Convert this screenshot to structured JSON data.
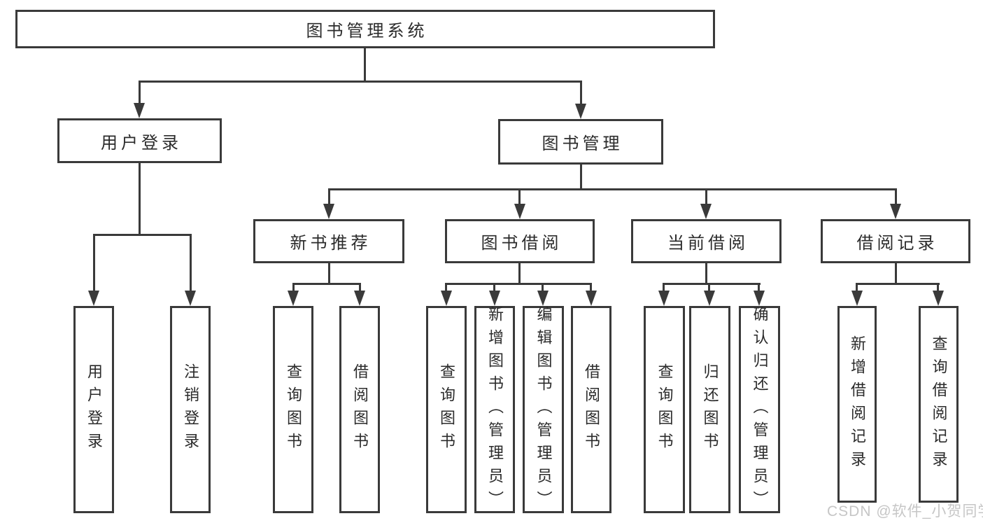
{
  "root": {
    "label": "图书管理系统"
  },
  "user": {
    "label": "用户登录",
    "leaves": [
      {
        "label": "用户登录"
      },
      {
        "label": "注销登录"
      }
    ]
  },
  "mgmt": {
    "label": "图书管理",
    "sections": {
      "newbook": {
        "label": "新书推荐",
        "leaves": [
          {
            "label": "查询图书"
          },
          {
            "label": "借阅图书"
          }
        ]
      },
      "borrow": {
        "label": "图书借阅",
        "leaves": [
          {
            "label": "查询图书"
          },
          {
            "label": "新增图书（管理员）"
          },
          {
            "label": "编辑图书（管理员）"
          },
          {
            "label": "借阅图书"
          }
        ]
      },
      "current": {
        "label": "当前借阅",
        "leaves": [
          {
            "label": "查询图书"
          },
          {
            "label": "归还图书"
          },
          {
            "label": "确认归还（管理员）"
          }
        ]
      },
      "records": {
        "label": "借阅记录",
        "leaves": [
          {
            "label": "新增借阅记录"
          },
          {
            "label": "查询借阅记录"
          }
        ]
      }
    }
  },
  "watermark": {
    "text": "CSDN @软件_小贺同学"
  },
  "colors": {
    "line": "#3a3a3a",
    "text": "#2b2b2b",
    "watermark": "#c6c6c6",
    "bg": "#ffffff"
  }
}
